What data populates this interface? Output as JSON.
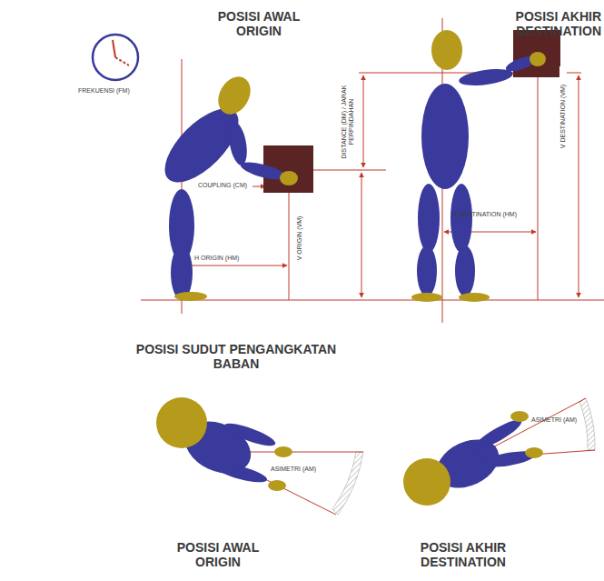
{
  "diagram": {
    "labels": [
      "FREKUENSI (FM)",
      "POSISI AWAL ORIGIN",
      "POSISI AKHIR DESTINATION",
      "COUPLING (CM)",
      "DISTANCE (DM) / JARAK PERPINDAHAN",
      "H ORIGIN (HM)",
      "V ORIGIN (VM)",
      "H DESTINATION (HM)",
      "V DESTINATION (VM)",
      "POSISI SUDUT PENGANGKATAN BABAN",
      "ASIMETRI (AM)",
      "ASIMETRI (AM)",
      "POSISI AWAL ORIGIN",
      "POSISI AKHIR DESTINATION"
    ]
  }
}
